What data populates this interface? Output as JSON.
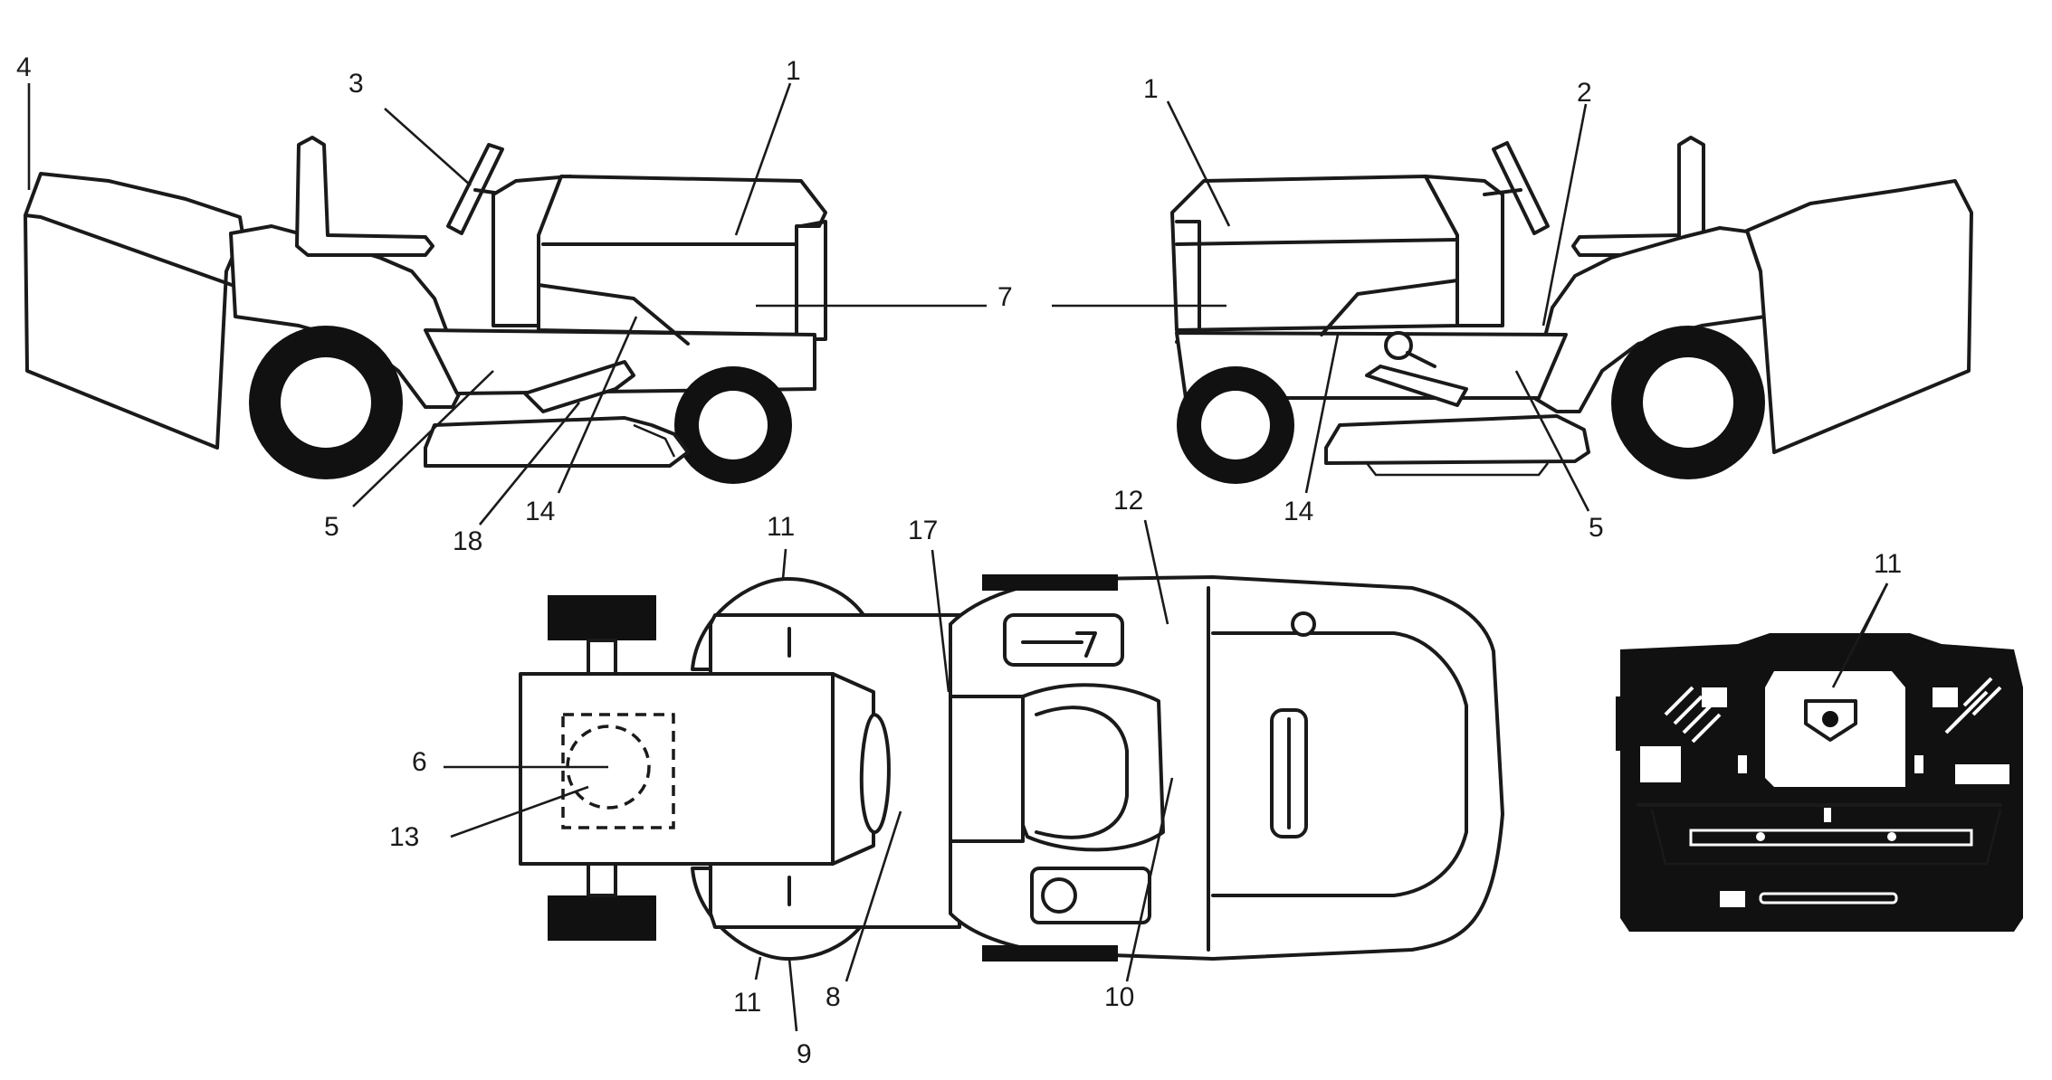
{
  "callouts": {
    "c1a": "1",
    "c3": "3",
    "c4": "4",
    "c7": "7",
    "c5a": "5",
    "c18": "18",
    "c14a": "14",
    "c1b": "1",
    "c2": "2",
    "c14b": "14",
    "c5b": "5",
    "c11a": "11",
    "c17": "17",
    "c12": "12",
    "c6": "6",
    "c13": "13",
    "c11b": "11",
    "c9": "9",
    "c8": "8",
    "c10": "10",
    "c11c": "11"
  },
  "colors": {
    "ink": "#1a1a1a",
    "panel": "#111111",
    "paper": "#ffffff"
  }
}
